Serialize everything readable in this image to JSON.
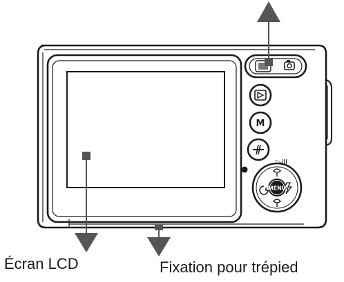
{
  "labels": {
    "lcd": "Écran LCD",
    "tripod": "Fixation pour trépied"
  },
  "buttons": {
    "menu": "MENU",
    "mode": "M",
    "play_pause": "▷/II"
  },
  "icons": [
    "camera-body",
    "lcd-screen",
    "mode-switch-icon",
    "playback-icon",
    "mode-button-icon",
    "delete-button-icon",
    "navigation-pad",
    "menu-button-icon",
    "flash-icon",
    "self-timer-icon",
    "macro-icon",
    "strap-hook"
  ],
  "colors": {
    "ink": "#1a1a1a",
    "arrow": "#555555",
    "background": "#ffffff"
  }
}
